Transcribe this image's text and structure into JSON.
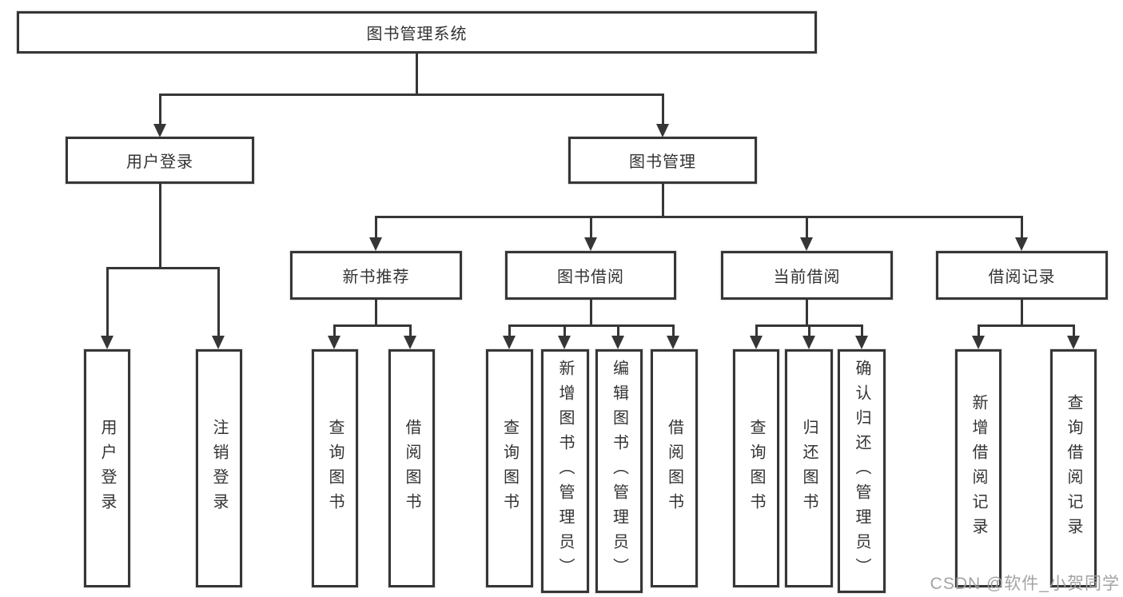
{
  "diagram_type": "hierarchy-flowchart",
  "colors": {
    "line": "#363636",
    "text": "#333333",
    "watermark": "#9e9e9e",
    "background": "#ffffff"
  },
  "tree": {
    "label": "图书管理系统",
    "children": [
      {
        "label": "用户登录",
        "children": [
          {
            "label": "用户登录"
          },
          {
            "label": "注销登录"
          }
        ]
      },
      {
        "label": "图书管理",
        "children": [
          {
            "label": "新书推荐",
            "children": [
              {
                "label": "查询图书"
              },
              {
                "label": "借阅图书"
              }
            ]
          },
          {
            "label": "图书借阅",
            "children": [
              {
                "label": "查询图书"
              },
              {
                "label": "新增图书（管理员）"
              },
              {
                "label": "编辑图书（管理员）"
              },
              {
                "label": "借阅图书"
              }
            ]
          },
          {
            "label": "当前借阅",
            "children": [
              {
                "label": "查询图书"
              },
              {
                "label": "归还图书"
              },
              {
                "label": "确认归还（管理员）"
              }
            ]
          },
          {
            "label": "借阅记录",
            "children": [
              {
                "label": "新增借阅记录"
              },
              {
                "label": "查询借阅记录"
              }
            ]
          }
        ]
      }
    ]
  },
  "watermark": {
    "text": "CSDN @软件_小贺同学"
  }
}
